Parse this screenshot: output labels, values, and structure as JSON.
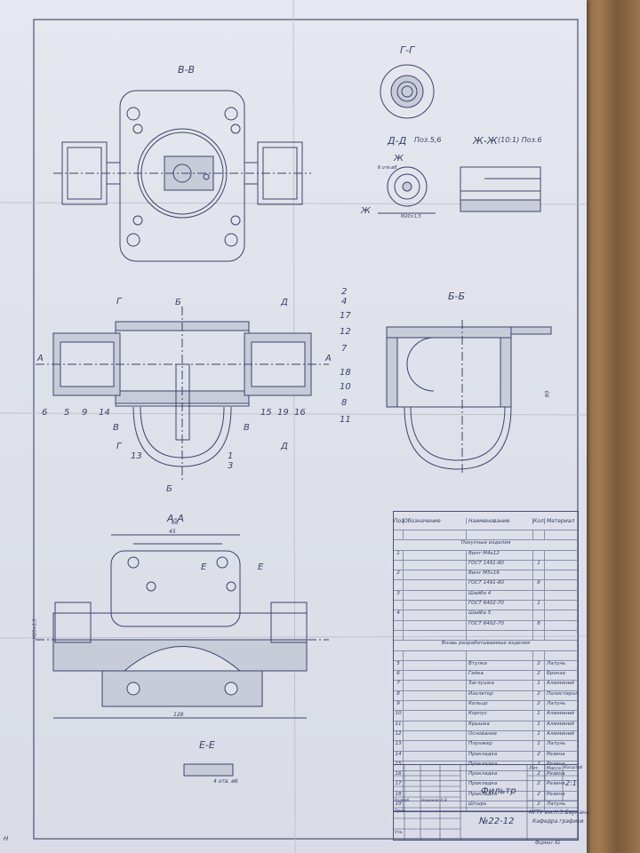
{
  "views": {
    "bb_top": "В-В",
    "gg": "Г-Г",
    "dd": "Д-Д",
    "dd_note": "Поз.5,6",
    "zhzh": "Ж-Ж",
    "zhzh_note": "(10:1) Поз.6",
    "bb_right": "Б-Б",
    "aa": "А-А",
    "ee": "Е-Е"
  },
  "labels": {
    "g": "Г",
    "b": "Б",
    "d": "Д",
    "a": "А",
    "v": "В",
    "e": "Е",
    "zh": "Ж"
  },
  "callouts_mid": [
    "6",
    "5",
    "9",
    "14",
    "15",
    "19",
    "16",
    "13",
    "1",
    "3"
  ],
  "callouts_right": [
    "2",
    "4",
    "17",
    "12",
    "7",
    "18",
    "10",
    "8",
    "11"
  ],
  "dims": {
    "d1": "45",
    "d2": "66",
    "d3": "128",
    "d4": "M20×1,5",
    "d5": "4 отв. ø6",
    "d6": "M20×1,5",
    "d7": "6 отв.ø8",
    "d8": "90"
  },
  "bom": {
    "head": {
      "pos": "Поз.",
      "designation": "Обозначение",
      "name": "Наименование",
      "qty": "Кол.",
      "material": "Материал"
    },
    "section_purchased": "Покупные изделия",
    "purchased": [
      {
        "pos": "1",
        "name": "Винт М4х12",
        "qty": "",
        "mat": ""
      },
      {
        "pos": "",
        "name": "ГОСТ 1491-80",
        "qty": "1",
        "mat": ""
      },
      {
        "pos": "2",
        "name": "Винт М5х16",
        "qty": "",
        "mat": ""
      },
      {
        "pos": "",
        "name": "ГОСТ 1491-80",
        "qty": "8",
        "mat": ""
      },
      {
        "pos": "3",
        "name": "Шайба 4",
        "qty": "",
        "mat": ""
      },
      {
        "pos": "",
        "name": "ГОСТ 6402-70",
        "qty": "1",
        "mat": ""
      },
      {
        "pos": "4",
        "name": "Шайба 5",
        "qty": "",
        "mat": ""
      },
      {
        "pos": "",
        "name": "ГОСТ 6402-70",
        "qty": "8",
        "mat": ""
      }
    ],
    "section_made": "Вновь разрабатываемые изделия",
    "made": [
      {
        "pos": "5",
        "name": "Втулка",
        "qty": "2",
        "mat": "Латунь"
      },
      {
        "pos": "6",
        "name": "Гайка",
        "qty": "2",
        "mat": "Бронза"
      },
      {
        "pos": "7",
        "name": "Заглушка",
        "qty": "1",
        "mat": "Алюминий"
      },
      {
        "pos": "8",
        "name": "Изолятор",
        "qty": "2",
        "mat": "Полистирол"
      },
      {
        "pos": "9",
        "name": "Кольцо",
        "qty": "2",
        "mat": "Латунь"
      },
      {
        "pos": "10",
        "name": "Корпус",
        "qty": "1",
        "mat": "Алюминий"
      },
      {
        "pos": "11",
        "name": "Крышка",
        "qty": "1",
        "mat": "Алюминий"
      },
      {
        "pos": "12",
        "name": "Основание",
        "qty": "1",
        "mat": "Алюминий"
      },
      {
        "pos": "13",
        "name": "Плунжер",
        "qty": "1",
        "mat": "Латунь"
      },
      {
        "pos": "14",
        "name": "Прокладка",
        "qty": "2",
        "mat": "Резина"
      },
      {
        "pos": "15",
        "name": "Прокладка",
        "qty": "2",
        "mat": "Резина"
      },
      {
        "pos": "16",
        "name": "Прокладка",
        "qty": "2",
        "mat": "Резина"
      },
      {
        "pos": "17",
        "name": "Прокладка",
        "qty": "2",
        "mat": "Резина"
      },
      {
        "pos": "18",
        "name": "Прокладка",
        "qty": "2",
        "mat": "Резина"
      },
      {
        "pos": "19",
        "name": "Штырь",
        "qty": "2",
        "mat": "Латунь"
      }
    ]
  },
  "stamp": {
    "title": "Фильтр",
    "number": "№22-12",
    "scale": "2:1",
    "org_line1": "МГТУ им.Н.Э.Баумана",
    "org_line2": "Кафедра графики",
    "col_lit": "Лит.",
    "col_mass": "Масса",
    "col_scale": "Масштаб",
    "row_razrab": "Разраб.",
    "row_prov": "Пров.",
    "row_utv": "Утв.",
    "author": "Новиков А.В",
    "footer": "Формат А1"
  },
  "corner_note": "Н"
}
